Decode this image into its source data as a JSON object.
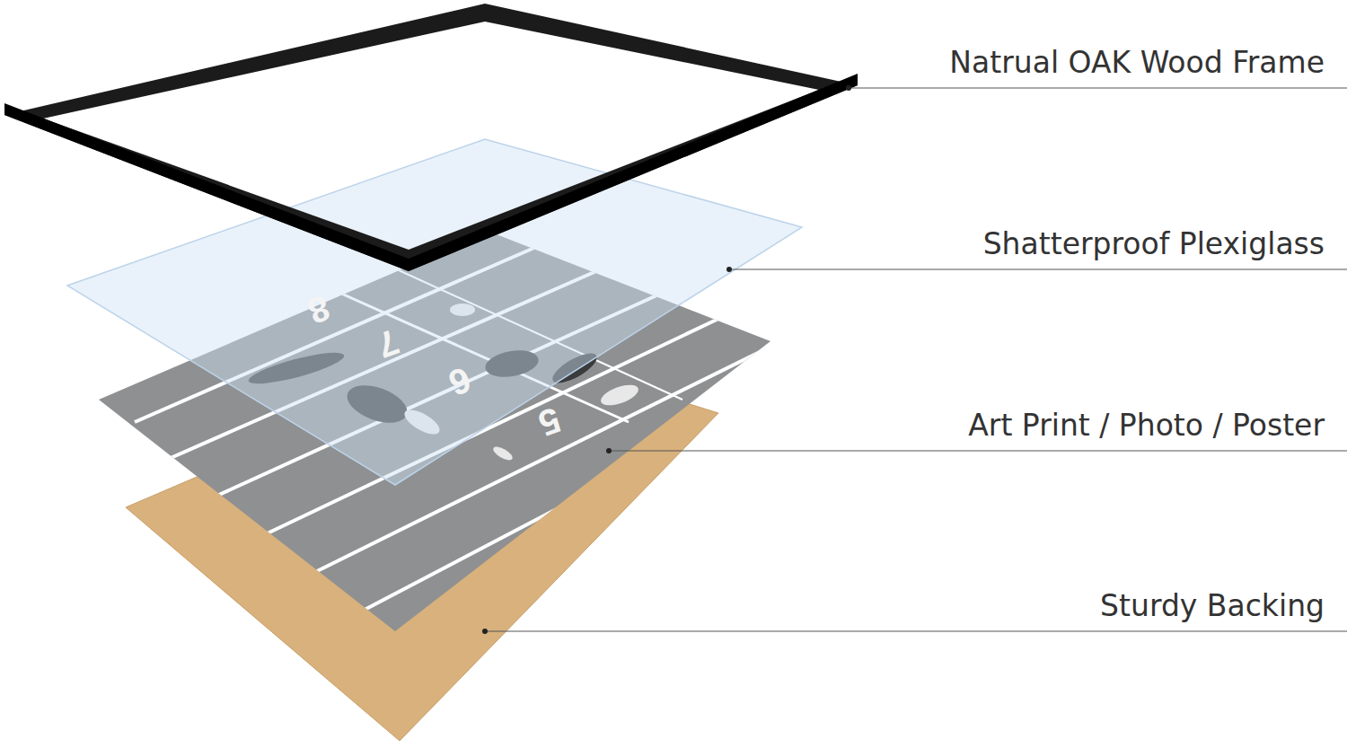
{
  "diagram": {
    "labels": [
      "Natrual OAK Wood Frame",
      "Shatterproof Plexiglass",
      "Art Print / Photo / Poster",
      "Sturdy Backing",
      "8",
      "7",
      "6",
      "5"
    ]
  }
}
